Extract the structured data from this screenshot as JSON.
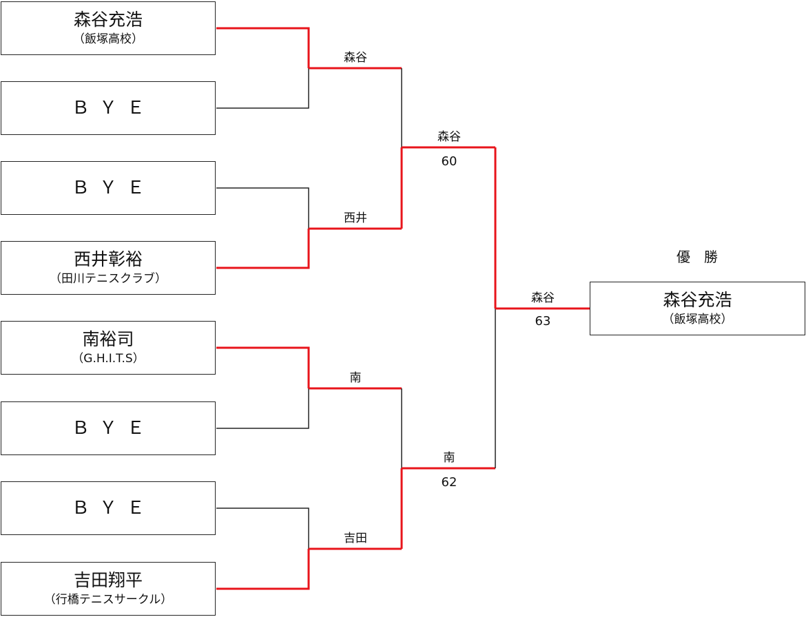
{
  "entries": [
    {
      "name": "森谷充浩",
      "school": "（飯塚高校）"
    },
    {
      "name": "ＢＹＥ"
    },
    {
      "name": "ＢＹＥ"
    },
    {
      "name": "西井彰裕",
      "school": "（田川テニスクラブ）"
    },
    {
      "name": "南裕司",
      "school": "（G.H.I.T.S）"
    },
    {
      "name": "ＢＹＥ"
    },
    {
      "name": "ＢＹＥ"
    },
    {
      "name": "吉田翔平",
      "school": "（行橋テニスサークル）"
    }
  ],
  "round1_winners": [
    "森谷",
    "西井",
    "南",
    "吉田"
  ],
  "semifinal": [
    {
      "winner": "森谷",
      "score": "60"
    },
    {
      "winner": "南",
      "score": "62"
    }
  ],
  "final": {
    "winner": "森谷",
    "score": "63"
  },
  "champion": {
    "label": "優　勝",
    "name": "森谷充浩",
    "school": "（飯塚高校）"
  },
  "colors": {
    "win_line": "#e8141b",
    "line": "#222222"
  }
}
